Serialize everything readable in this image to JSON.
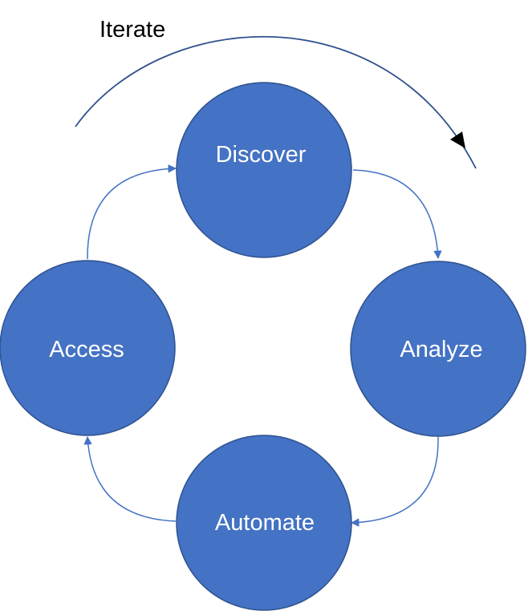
{
  "title": "Iterate",
  "colors": {
    "node_fill": "#4472C4",
    "node_stroke": "#2F528F",
    "connector": "#4472C4",
    "iterate_arrow": "#2F528F",
    "iterate_arrowhead": "#000000",
    "label_text": "#FFFFFF"
  },
  "nodes": [
    {
      "id": "discover",
      "label": "Discover"
    },
    {
      "id": "analyze",
      "label": "Analyze"
    },
    {
      "id": "automate",
      "label": "Automate"
    },
    {
      "id": "access",
      "label": "Access"
    }
  ],
  "edges": [
    {
      "from": "discover",
      "to": "analyze"
    },
    {
      "from": "analyze",
      "to": "automate"
    },
    {
      "from": "automate",
      "to": "access"
    },
    {
      "from": "access",
      "to": "discover"
    }
  ]
}
